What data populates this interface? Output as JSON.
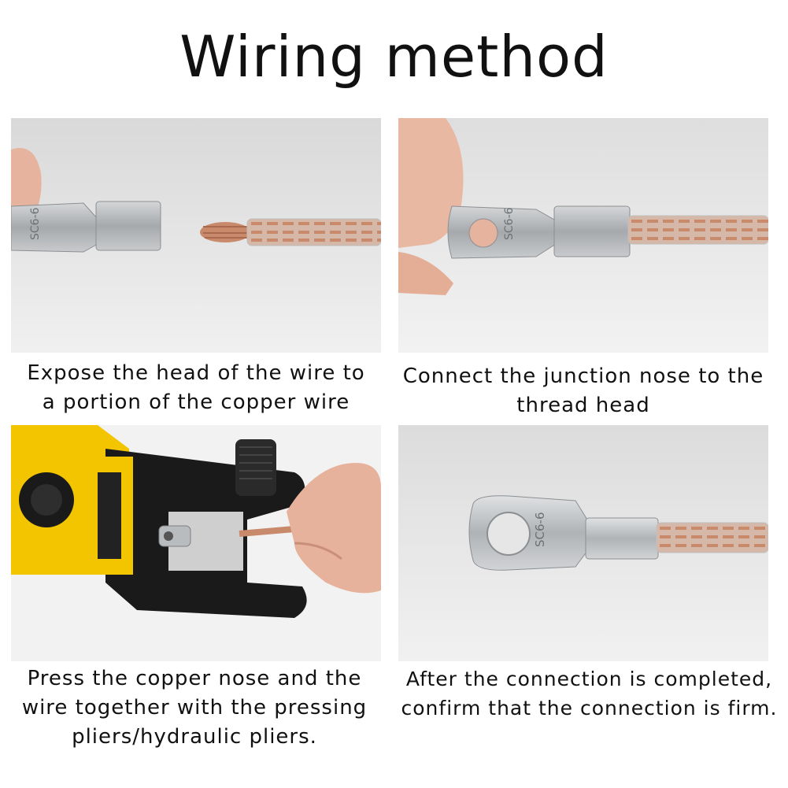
{
  "title": "Wiring method",
  "steps": [
    {
      "caption_lines": [
        "Expose the head of the wire to",
        "a portion of the copper wire"
      ],
      "lug_marking": "SC6-6"
    },
    {
      "caption_lines": [
        "Connect the junction nose to the",
        "thread head"
      ],
      "lug_marking": "SC6-6"
    },
    {
      "caption_lines": [
        "Press the copper nose and the",
        "wire together with the pressing",
        "pliers/hydraulic pliers."
      ],
      "lug_marking": ""
    },
    {
      "caption_lines": [
        "After the connection is completed,",
        "confirm that the connection is firm."
      ],
      "lug_marking": "SC6-6"
    }
  ],
  "colors": {
    "background": "#ffffff",
    "photo_bg": "#e3e3e3",
    "copper": "#c98a6c",
    "lug": "#b9bcbf",
    "tool_yellow": "#f2c500",
    "tool_black": "#1a1a1a",
    "skin": "#e8b9a6"
  }
}
